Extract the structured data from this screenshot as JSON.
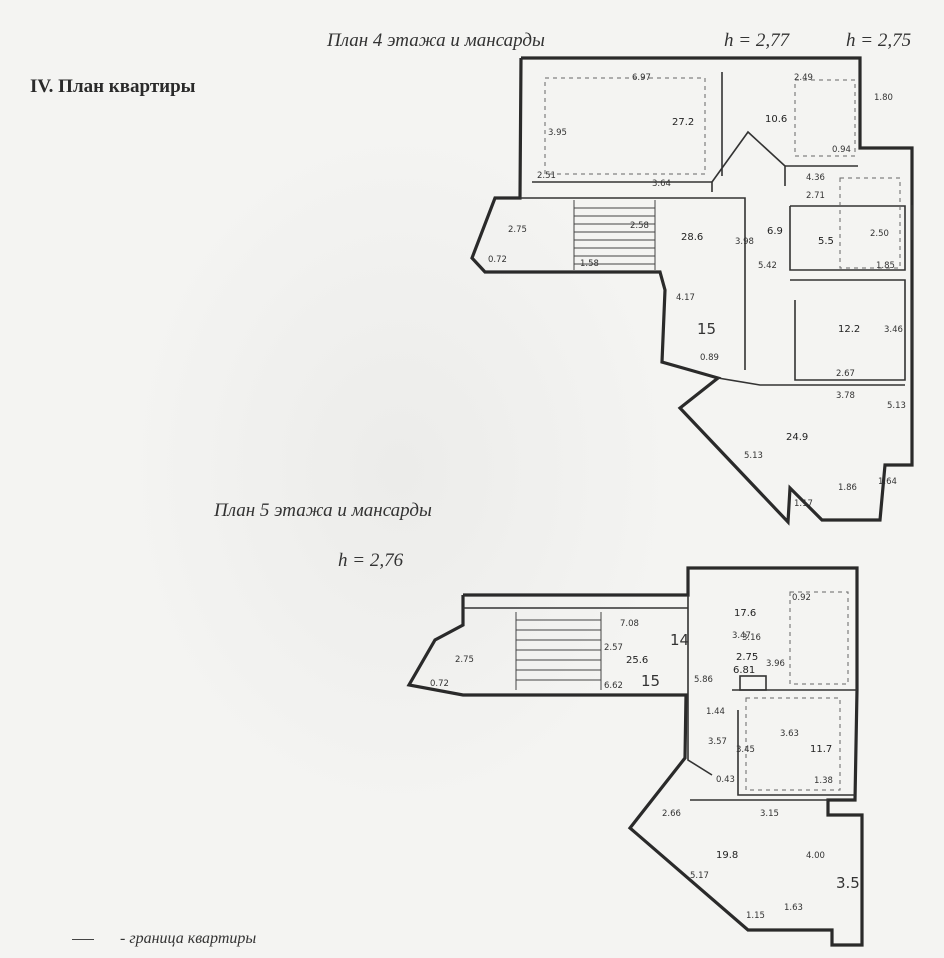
{
  "title": "IV. План квартиры",
  "plan4": {
    "caption": "План 4  этажа и мансарды",
    "height1": "h = 2,77",
    "height2": "h = 2,75",
    "areas": [
      "27.2",
      "28.6",
      "10.6",
      "6.9",
      "5.5",
      "12.2",
      "24.9",
      "15"
    ],
    "dims": [
      "6.97",
      "3.95",
      "2.51",
      "3.64",
      "2.49",
      "2.58",
      "1.80",
      "2.75",
      "0.72",
      "1.58",
      "5.42",
      "5.13",
      "1.17",
      "1.86",
      "1.64",
      "3.78",
      "3.46",
      "2.67",
      "2.71",
      "1.85",
      "2.50",
      "0.94",
      "5.13",
      "0.89",
      "3.98",
      "4.17",
      "4.36"
    ]
  },
  "plan5": {
    "caption": "План 5  этажа   и мансарды",
    "height": "h = 2,76",
    "areas": [
      "25.6",
      "17.6",
      "11.7",
      "19.8",
      "2.75",
      "6.81",
      "14",
      "15",
      "3.5"
    ],
    "dims": [
      "7.08",
      "2.57",
      "2.75",
      "0.72",
      "6.62",
      "3.16",
      "5.86",
      "3.96",
      "3.47",
      "1.44",
      "3.57",
      "3.45",
      "3.63",
      "0.43",
      "1.38",
      "3.15",
      "2.66",
      "5.17",
      "1.15",
      "1.63",
      "0.92",
      "4.00"
    ]
  },
  "legend": {
    "label": "- граница квартиры"
  }
}
